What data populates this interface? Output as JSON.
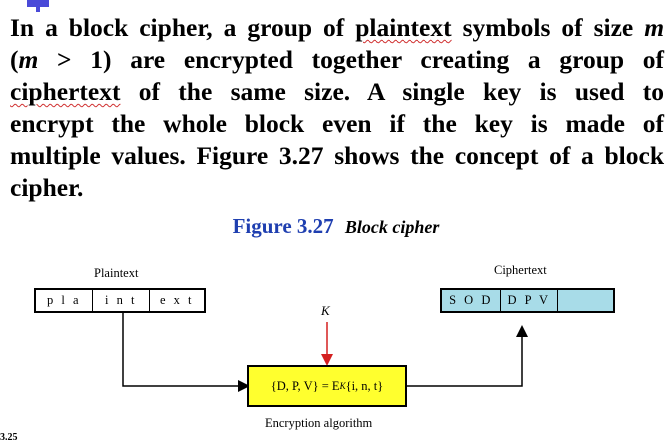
{
  "paragraph": {
    "l1_pre": "In a block cipher, a group of",
    "l1_word": "plaintext",
    "l1_post": "symbols of size",
    "l1_m": "m",
    "l2_pre": "(",
    "l2_m": "m",
    "l2_post": " > 1) are encrypted together creating a group of",
    "l3_word": "ciphertext",
    "l3_post": " of the same size. A single key is used to",
    "l4": "encrypt the whole block even if the key is made of",
    "l5": "multiple values. Figure 3.27 shows the concept of a block",
    "l6": "cipher."
  },
  "figure": {
    "number": "Figure 3.27",
    "title": "Block cipher"
  },
  "diagram": {
    "plaintext_label": "Plaintext",
    "plaintext_cells": [
      "p l a",
      "i n t",
      "e x t"
    ],
    "ciphertext_label": "Ciphertext",
    "ciphertext_cells": [
      "S O D",
      "D P V",
      ""
    ],
    "key_label": "K",
    "algo_pre": "{D, P, V} = E",
    "algo_sub": "K",
    "algo_post": " {i, n, t}",
    "algo_caption": "Encryption algorithm",
    "colors": {
      "cipher_fill": "#a8dce8",
      "algo_fill": "#ffff2e",
      "key_arrow": "#d42020"
    }
  },
  "page_number": "3.25"
}
